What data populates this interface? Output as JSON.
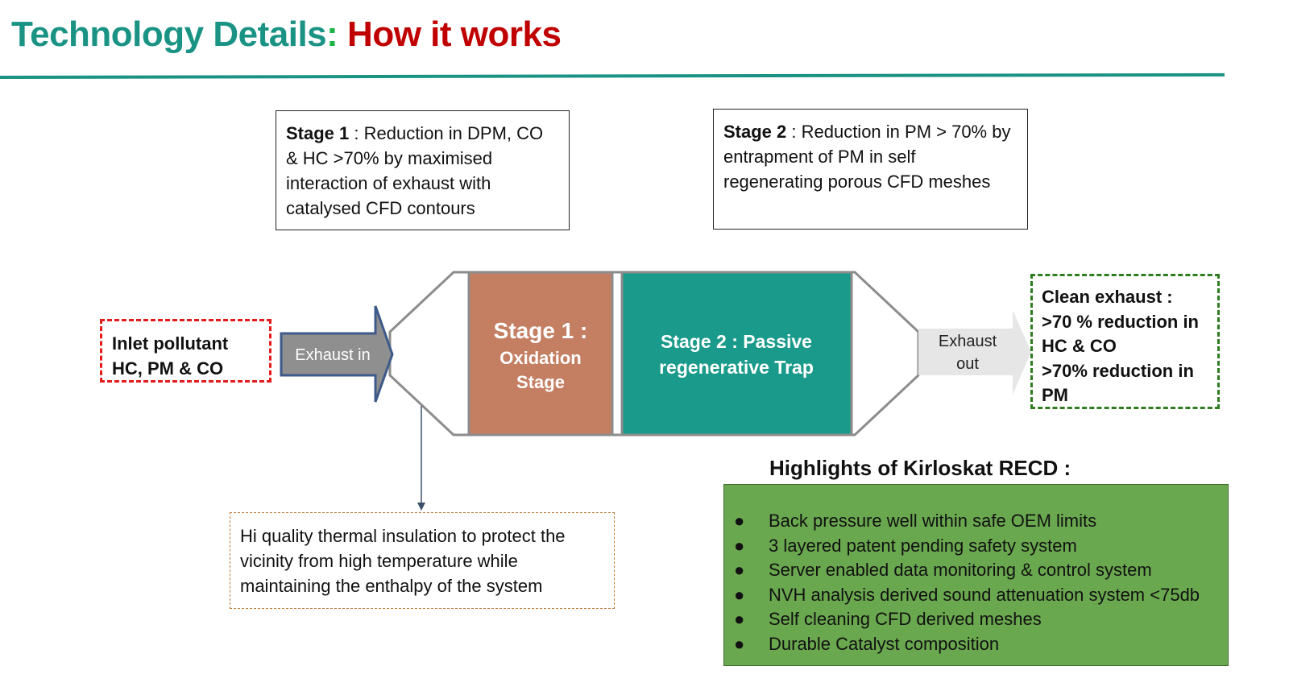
{
  "title": {
    "part1": "Technology Details",
    "colon": ":",
    "part2": "How it works"
  },
  "callouts": {
    "stage1": {
      "label": "Stage 1",
      "text": " : Reduction in DPM, CO & HC  >70% by maximised interaction of exhaust with catalysed CFD contours"
    },
    "stage2": {
      "label": "Stage 2",
      "text": " : Reduction in PM > 70% by entrapment of PM in self regenerating porous CFD meshes"
    }
  },
  "inlet": {
    "line1": "Inlet pollutant",
    "line2": "HC, PM & CO"
  },
  "arrows": {
    "in_label": "Exhaust in",
    "out_line1": "Exhaust",
    "out_line2": "out"
  },
  "stages": {
    "stage1": {
      "line1": "Stage 1 :",
      "line2": "Oxidation",
      "line3": "Stage"
    },
    "stage2": {
      "line1": "Stage 2 : Passive",
      "line2": "regenerative Trap"
    }
  },
  "clean": {
    "lines": [
      "Clean exhaust :",
      ">70 % reduction in",
      "HC & CO",
      ">70% reduction in",
      "PM"
    ]
  },
  "insulation": {
    "lines": [
      "Hi quality thermal insulation to protect the",
      "vicinity from high temperature while",
      "maintaining the enthalpy of the system"
    ]
  },
  "highlights": {
    "title": "Highlights of Kirloskat RECD :",
    "bullet": "●",
    "items": [
      "Back pressure well within safe OEM limits",
      "3 layered patent pending  safety system",
      "Server enabled data monitoring & control system",
      "NVH analysis derived sound attenuation  system <75db",
      "Self cleaning CFD derived meshes",
      "Durable Catalyst composition"
    ]
  },
  "colors": {
    "title_teal": "#1a9384",
    "title_red": "#c00000",
    "stage1_fill": "#c47f63",
    "stage2_fill": "#1a9a8a",
    "highlights_fill": "#6aa84f",
    "inlet_border": "#e31b1b",
    "clean_border": "#2e7d1f"
  }
}
